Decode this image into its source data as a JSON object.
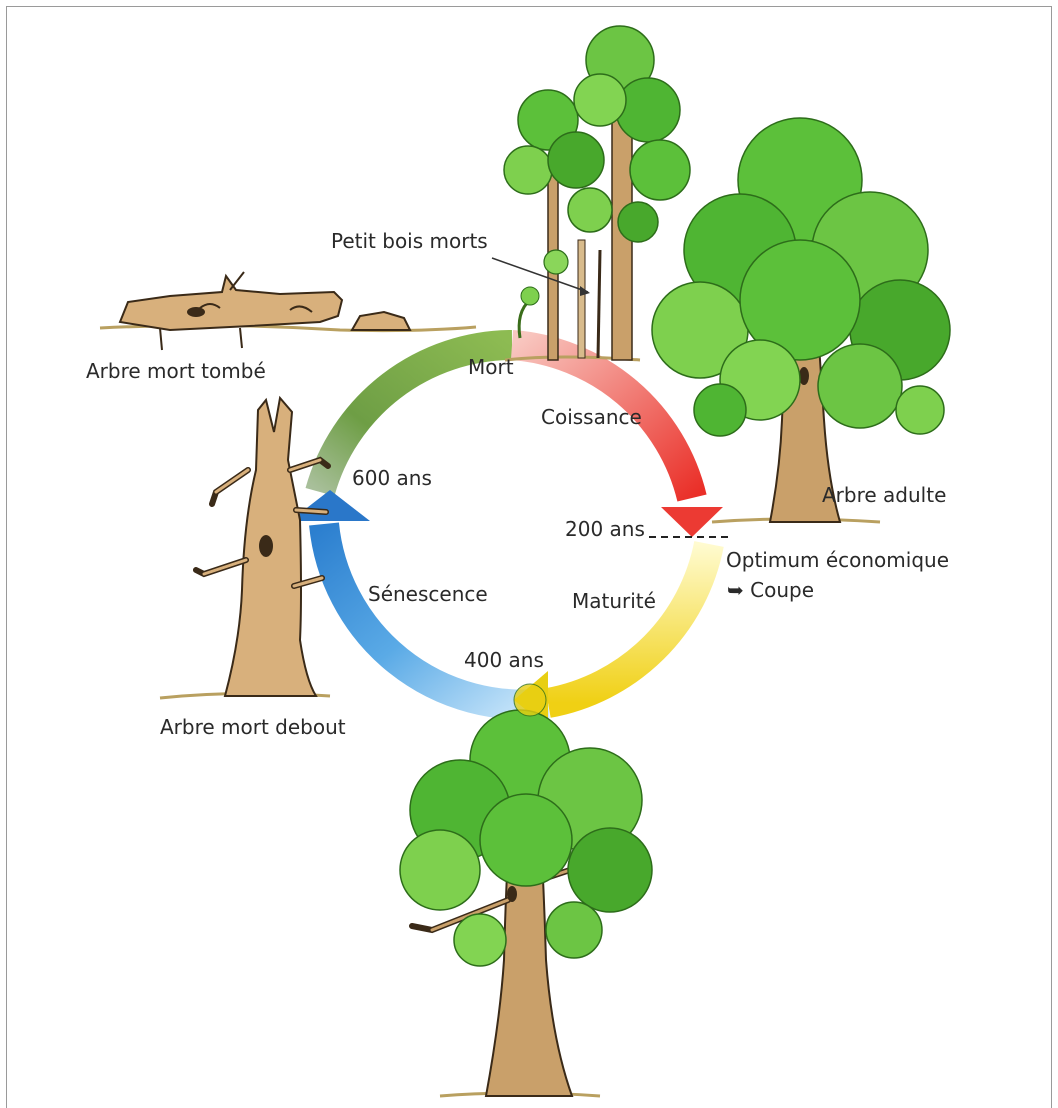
{
  "diagram": {
    "labels": {
      "mort": "Mort",
      "croissance": "Coissance",
      "maturite": "Maturité",
      "senescence": "Sénescence",
      "age_200": "200 ans",
      "age_400": "400 ans",
      "age_600": "600 ans",
      "petit_bois": "Petit bois morts",
      "arbre_tombe": "Arbre mort tombé",
      "arbre_debout": "Arbre mort debout",
      "arbre_adulte": "Arbre adulte",
      "optimum": "Optimum économique",
      "coupe": "Coupe"
    },
    "colors": {
      "mort_arc": "#7ea84a",
      "croissance_arc": "#ee3b35",
      "maturite_arc": "#f2d21e",
      "senescence_arc": "#5aaae6",
      "arrow_blue": "#2a77c9",
      "foliage": "#4fb533",
      "trunk": "#c9a06a",
      "dead_wood": "#d8b07c"
    },
    "icons": {
      "coupe_arrow": "right-arrow-icon"
    }
  }
}
